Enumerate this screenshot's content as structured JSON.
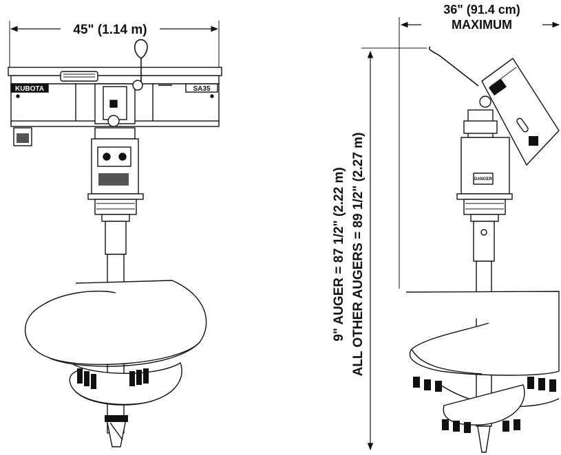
{
  "dimensions": {
    "width_label": "45\" (1.14 m)",
    "max_reach_label": "36\" (91.4 cm)",
    "max_reach_sub": "MAXIMUM",
    "height_label_9in": "9\" AUGER = 87 1/2\" (2.22 m)",
    "height_label_other": "ALL OTHER AUGERS = 89 1/2\" (2.27 m)"
  },
  "decals": {
    "brand": "KUBOTA",
    "model": "SA35",
    "warning": "DANGER"
  },
  "colors": {
    "line": "#111111",
    "fill": "#ffffff",
    "shade": "#555555"
  }
}
